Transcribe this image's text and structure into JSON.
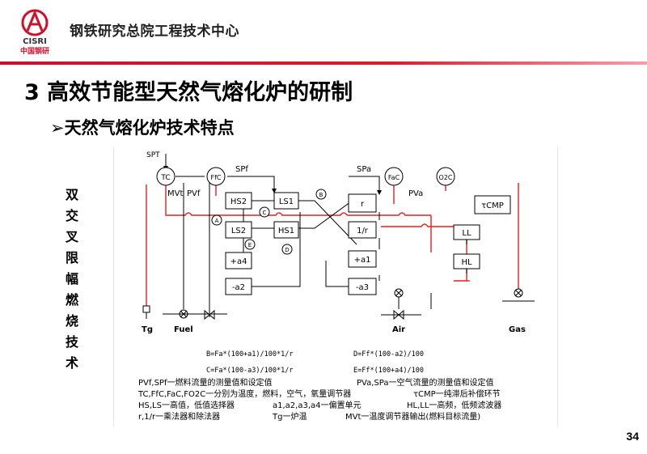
{
  "header": {
    "logo_text_en": "CISRI",
    "logo_text_cn": "中国钢研",
    "org_name": "钢铁研究总院工程技术中心"
  },
  "slide": {
    "title": "3 高效节能型天然气熔化炉的研制",
    "subtitle_marker": "➢",
    "subtitle": "天然气熔化炉技术特点",
    "side_label_chars": [
      "双",
      "交",
      "叉",
      "限",
      "幅",
      "燃",
      "烧",
      "技",
      "术"
    ],
    "page_number": "34"
  },
  "diagram": {
    "controllers": {
      "tc": "TC",
      "ffc": "FfC",
      "fac": "FaC",
      "o2c": "O2C"
    },
    "signals": {
      "sp_t": "SPT",
      "sp_f": "SPf",
      "sp_a": "SPa",
      "mv_t": "MVt",
      "pv_f": "PVf",
      "pv_a": "PVa"
    },
    "blocks": {
      "hs2": "HS2",
      "ls1": "LS1",
      "ls2": "LS2",
      "hs1": "HS1",
      "plus_a4": "+a4",
      "minus_a2": "-a2",
      "r": "r",
      "inv_r": "1/r",
      "plus_a1": "+a1",
      "minus_a3": "-a3",
      "tau_cmp": "τCMP",
      "ll": "LL",
      "hl": "HL"
    },
    "markers": {
      "a": "A",
      "b": "B",
      "c": "C",
      "d": "D",
      "e": "E"
    },
    "bottom_labels": {
      "tg": "Tg",
      "fuel": "Fuel",
      "air": "Air",
      "gas": "Gas"
    },
    "equations": {
      "b": "B=Fa*(100+a1)/100*1/r",
      "d": "D=Ff*(100-a2)/100",
      "c": "C=Fa*(100-a3)/100*1/r",
      "e": "E=Ff*(100+a4)/100"
    },
    "legend": {
      "row1_left": "PVf,SPf一燃料流量的测量值和设定值",
      "row1_right": "PVa,SPa一空气流量的测量值和设定值",
      "row2_left": "TC,FfC,FaC,FO2C一分别为温度，燃料，空气，氧量调节器",
      "row2_right": "τCMP一纯滞后补偿环节",
      "row3_left": "HS,LS一高值，低值选择器",
      "row3_mid": "a1,a2,a3,a4一偏置单元",
      "row3_right": "HL,LL一高频，低频滤波器",
      "row4_left": "r,1/r一乘法器和除法器",
      "row4_mid": "Tg一炉温",
      "row4_right": "MVt一温度调节器输出(燃料目标流量)"
    }
  }
}
